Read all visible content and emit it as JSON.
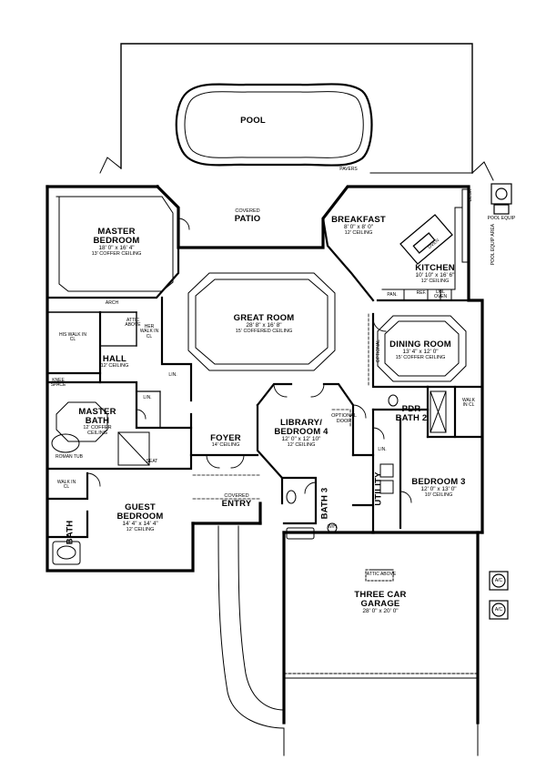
{
  "rooms": {
    "pool": {
      "name": "POOL"
    },
    "covered_patio": {
      "note": "COVERED",
      "name": "PATIO"
    },
    "pavers": {
      "name": "PAVERS"
    },
    "master_bedroom": {
      "name1": "MASTER",
      "name2": "BEDROOM",
      "size": "18' 0\" x 16' 4\"",
      "ceiling": "13' COFFER CEILING"
    },
    "breakfast": {
      "name": "BREAKFAST",
      "size": "8' 0\" x 8' 0\"",
      "ceiling": "12' CEILING"
    },
    "kitchen": {
      "name": "KITCHEN",
      "size": "10' 10\" x 16' 6\"",
      "ceiling": "12' CEILING"
    },
    "great_room": {
      "name": "GREAT ROOM",
      "size": "28' 8\" x 16' 8\"",
      "ceiling": "15' COFFERED CEILING"
    },
    "dining_room": {
      "name": "DINING ROOM",
      "size": "13' 4\" x 12' 0\"",
      "ceiling": "15' COFFER CEILING"
    },
    "hall": {
      "name": "HALL",
      "ceiling": "12' CEILING"
    },
    "master_bath": {
      "name1": "MASTER",
      "name2": "BATH",
      "ceiling1": "12' COFFER",
      "ceiling2": "CEILING"
    },
    "library": {
      "name1": "LIBRARY/",
      "name2": "BEDROOM 4",
      "size": "12' 0\" x 12' 10\"",
      "ceiling": "12' CEILING",
      "optional1": "OPTIONAL",
      "optional2": "DOOR"
    },
    "foyer": {
      "name": "FOYER",
      "ceiling": "14' CEILING"
    },
    "pdr_bath2": {
      "name1": "PDR",
      "name2": "BATH 2"
    },
    "bedroom3": {
      "name": "BEDROOM 3",
      "size": "12' 0\" x 13' 0\"",
      "ceiling": "10' CEILING"
    },
    "guest_bedroom": {
      "name1": "GUEST",
      "name2": "BEDROOM",
      "size": "14' 4\" x 14' 4\"",
      "ceiling": "12' CEILING"
    },
    "covered_entry": {
      "note": "COVERED",
      "name": "ENTRY"
    },
    "bath": {
      "name": "BATH"
    },
    "bath3": {
      "name": "BATH 3"
    },
    "utility": {
      "name": "UTILITY"
    },
    "garage": {
      "name1": "THREE CAR",
      "name2": "GARAGE",
      "size": "28' 0\" x 20' 0\""
    }
  },
  "small_labels": {
    "pool_equip": "POOL EQUIP",
    "pool_equip_area": "POOL EQUIP AREA",
    "his_walk_in": "HIS WALK IN CL",
    "hers_walk_in": "HER WALK IN CL",
    "attic_above": "ATTIC ABOVE",
    "attic_above_garage": "ATTIC ABOVE",
    "knee_space": "KNEE SPACE",
    "roman_tub": "ROMAN TUB",
    "walk_in_cl_guest": "WALK IN CL",
    "walk_in_cl_bed3": "WALK IN CL",
    "linen_hall": "LIN.",
    "linen_bath": "LIN.",
    "linen_bed3": "LIN.",
    "pan": "PAN.",
    "ref": "REF.",
    "dbl_oven": "DBL OVEN",
    "desk": "DESK",
    "optional": "OPTIONAL",
    "seat": "SEAT",
    "arch": "ARCH",
    "wh": "W/H",
    "ac1": "A/C",
    "ac2": "A/C",
    "oven_label": "OVEN"
  }
}
